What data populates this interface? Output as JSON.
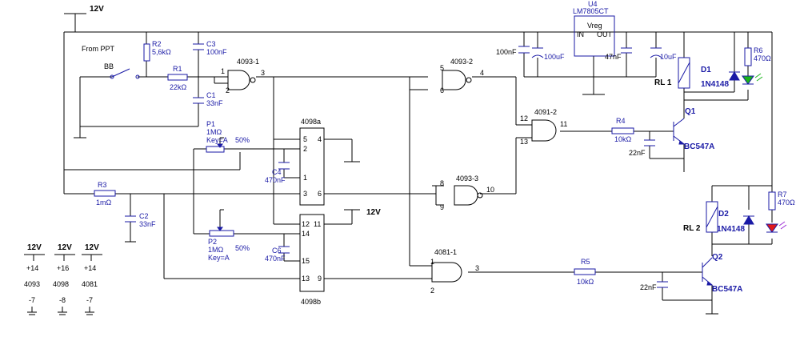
{
  "supply": {
    "main": "12V",
    "aux": "12V"
  },
  "source": {
    "from": "From PPT",
    "switch": "BB"
  },
  "resistors": {
    "r1": {
      "name": "R1",
      "value": "22kΩ"
    },
    "r2": {
      "name": "R2",
      "value": "5,6kΩ"
    },
    "r3": {
      "name": "R3",
      "value": "1mΩ"
    },
    "r4": {
      "name": "R4",
      "value": "10kΩ"
    },
    "r5": {
      "name": "R5",
      "value": "10kΩ"
    },
    "r6": {
      "name": "R6",
      "value": "470Ω"
    },
    "r7": {
      "name": "R7",
      "value": "470Ω"
    }
  },
  "capacitors": {
    "c1": {
      "name": "C1",
      "value": "33nF"
    },
    "c2": {
      "name": "C2",
      "value": "33nF"
    },
    "c3": {
      "name": "C3",
      "value": "100nF"
    },
    "c4": {
      "name": "C4",
      "value": "470nF"
    },
    "c6": {
      "name": "C6",
      "value": "470nF"
    },
    "reg_in": "100nF",
    "reg_in_el": "100uF",
    "reg_out": "47nF",
    "reg_out_el": "10uF",
    "q1_base": "22nF",
    "q2_base": "22nF"
  },
  "pots": {
    "p1": {
      "name": "P1",
      "value": "1MΩ",
      "key": "Key=A",
      "pct": "50%"
    },
    "p2": {
      "name": "P2",
      "value": "1MΩ",
      "key": "Key=A",
      "pct": "50%"
    }
  },
  "regulator": {
    "ref": "U4",
    "part": "LM7805CT",
    "label": "Vreg",
    "in": "IN",
    "out": "OUT"
  },
  "gates": {
    "g1": {
      "name": "4093-1",
      "in1": "1",
      "in2": "2",
      "out": "3"
    },
    "g2": {
      "name": "4093-2",
      "in1": "5",
      "in2": "6",
      "out": "4"
    },
    "g3": {
      "name": "4093-3",
      "in1": "8",
      "in2": "9",
      "out": "10"
    },
    "g4": {
      "name": "4091-2",
      "in1": "12",
      "in2": "13",
      "out": "11"
    },
    "g5": {
      "name": "4081-1",
      "in1": "1",
      "in2": "2",
      "out": "3"
    }
  },
  "ic4098a": {
    "name": "4098a",
    "pins": [
      "5",
      "4",
      "2",
      "1",
      "3",
      "6"
    ]
  },
  "ic4098b": {
    "name": "4098b",
    "pins": [
      "12",
      "11",
      "14",
      "15",
      "13",
      "9"
    ]
  },
  "relays": {
    "rl1": "RL 1",
    "rl2": "RL 2"
  },
  "diodes": {
    "d1": "D1",
    "d1p": "1N4148",
    "d2": "D2",
    "d2p": "1N4148"
  },
  "transistors": {
    "q1": "Q1",
    "q1p": "BC547A",
    "q2": "Q2",
    "q2p": "BC547A"
  },
  "power_table": [
    {
      "v": "12V",
      "pos": "+14",
      "chip": "4093",
      "neg": "-7"
    },
    {
      "v": "12V",
      "pos": "+16",
      "chip": "4098",
      "neg": "-8"
    },
    {
      "v": "12V",
      "pos": "+14",
      "chip": "4081",
      "neg": "-7"
    }
  ]
}
